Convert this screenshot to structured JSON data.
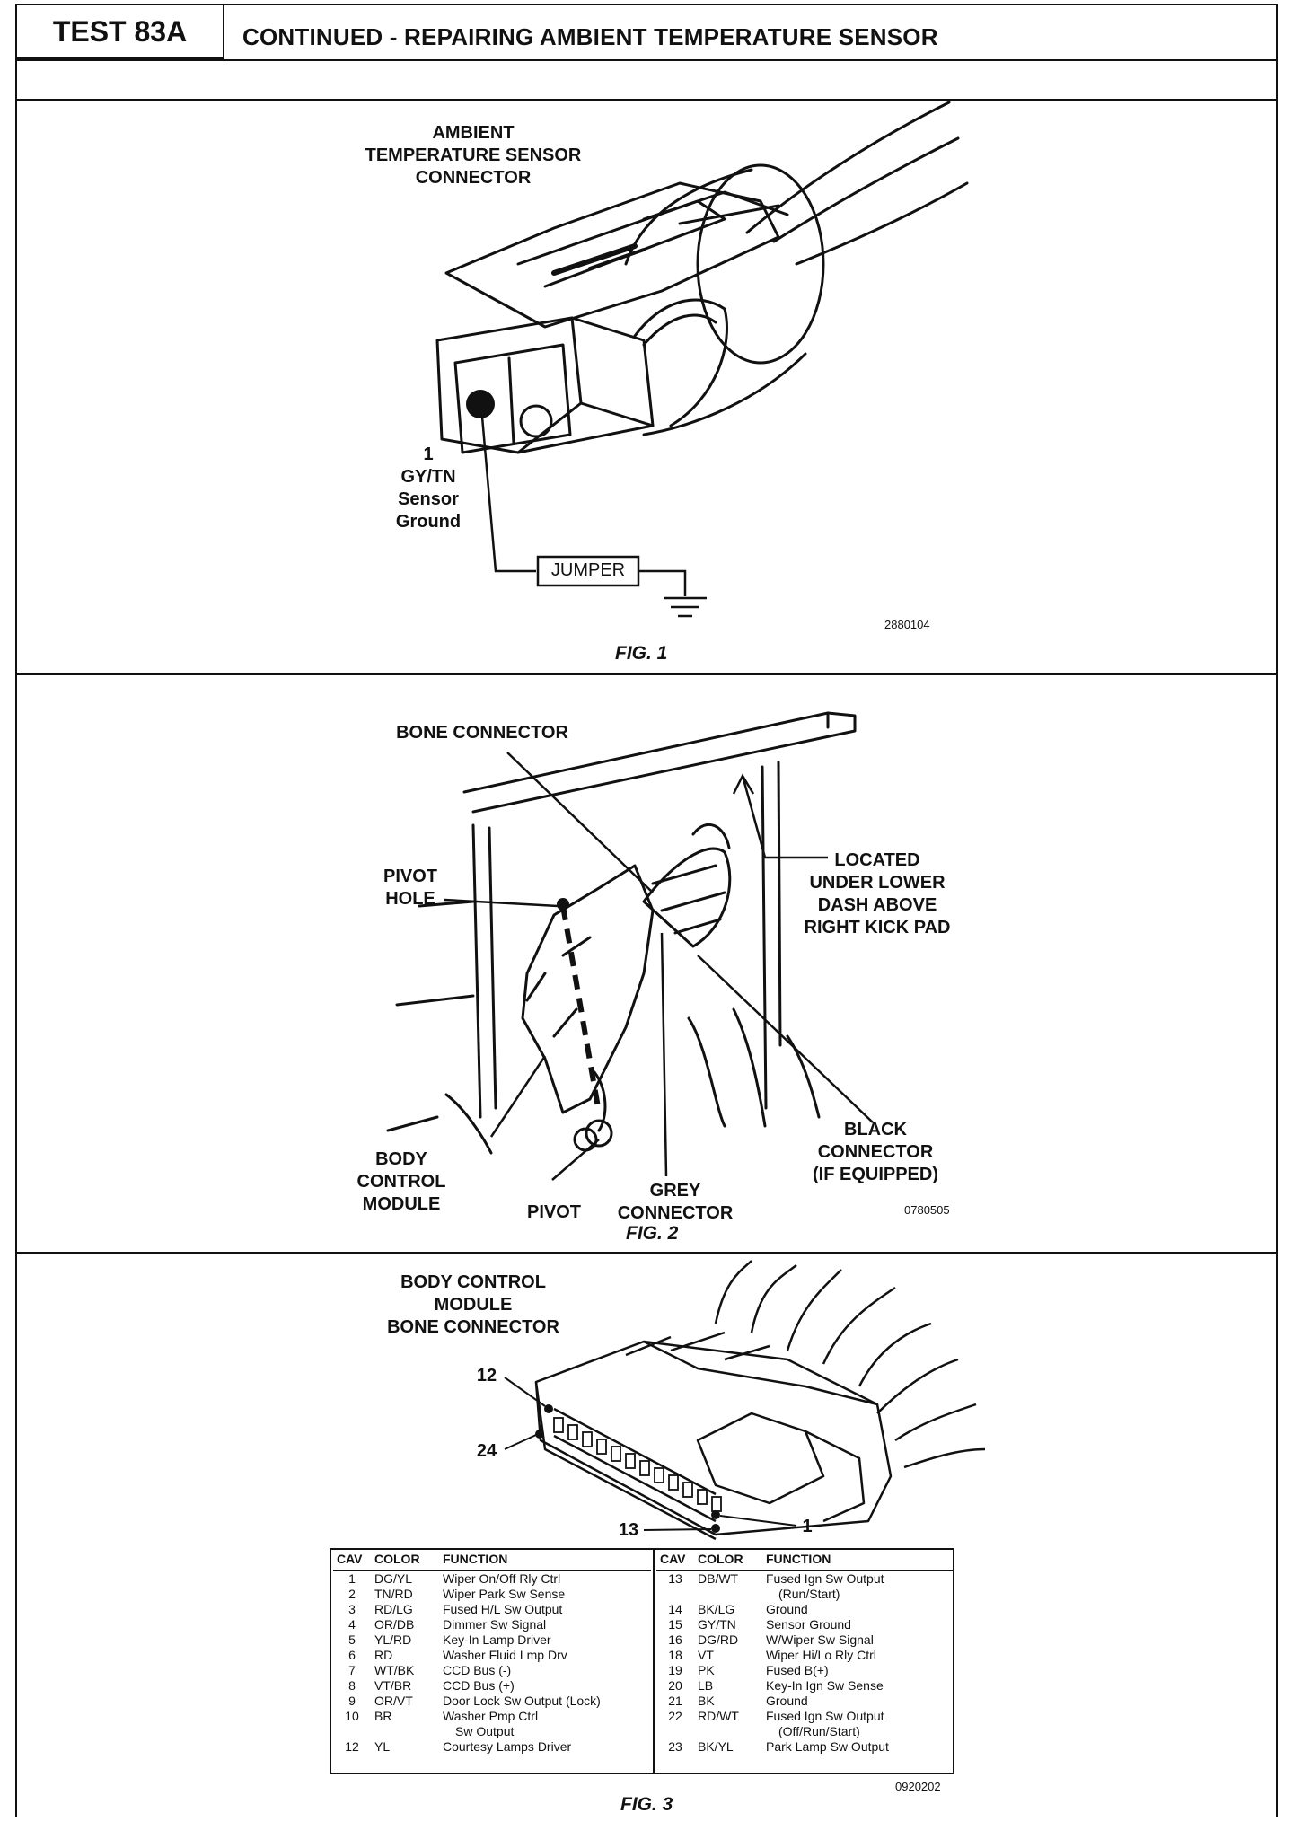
{
  "header": {
    "test_label": "TEST 83A",
    "title": "CONTINUED - REPAIRING AMBIENT TEMPERATURE SENSOR"
  },
  "fig1": {
    "connector_label": [
      "AMBIENT",
      "TEMPERATURE SENSOR",
      "CONNECTOR"
    ],
    "pin_label": [
      "1",
      "GY/TN",
      "Sensor",
      "Ground"
    ],
    "jumper_label": "JUMPER",
    "part_number": "2880104",
    "caption": "FIG. 1"
  },
  "fig2": {
    "bone_connector": "BONE CONNECTOR",
    "pivot_hole": [
      "PIVOT",
      "HOLE"
    ],
    "located": [
      "LOCATED",
      "UNDER LOWER",
      "DASH ABOVE",
      "RIGHT KICK PAD"
    ],
    "body_control_module": [
      "BODY",
      "CONTROL",
      "MODULE"
    ],
    "pivot": "PIVOT",
    "grey_connector": [
      "GREY",
      "CONNECTOR"
    ],
    "black_connector": [
      "BLACK",
      "CONNECTOR",
      "(IF EQUIPPED)"
    ],
    "part_number": "0780505",
    "caption": "FIG. 2"
  },
  "fig3": {
    "title": [
      "BODY CONTROL",
      "MODULE",
      "BONE CONNECTOR"
    ],
    "pin_12": "12",
    "pin_24": "24",
    "pin_13": "13",
    "pin_1": "1",
    "part_number": "0920202",
    "caption": "FIG. 3",
    "table_headers": [
      "CAV",
      "COLOR",
      "FUNCTION"
    ],
    "left_rows": [
      [
        "1",
        "DG/YL",
        "Wiper On/Off Rly Ctrl"
      ],
      [
        "2",
        "TN/RD",
        "Wiper Park Sw Sense"
      ],
      [
        "3",
        "RD/LG",
        "Fused H/L Sw Output"
      ],
      [
        "4",
        "OR/DB",
        "Dimmer Sw Signal"
      ],
      [
        "5",
        "YL/RD",
        "Key-In Lamp Driver"
      ],
      [
        "6",
        "RD",
        "Washer Fluid Lmp Drv"
      ],
      [
        "7",
        "WT/BK",
        "CCD Bus (-)"
      ],
      [
        "8",
        "VT/BR",
        "CCD Bus (+)"
      ],
      [
        "9",
        "OR/VT",
        "Door Lock Sw Output (Lock)"
      ],
      [
        "10",
        "BR",
        "Washer Pmp Ctrl"
      ],
      [
        "",
        "",
        "Sw Output"
      ],
      [
        "12",
        "YL",
        "Courtesy Lamps Driver"
      ]
    ],
    "right_rows": [
      [
        "13",
        "DB/WT",
        "Fused Ign Sw Output"
      ],
      [
        "",
        "",
        "(Run/Start)"
      ],
      [
        "14",
        "BK/LG",
        "Ground"
      ],
      [
        "15",
        "GY/TN",
        "Sensor Ground"
      ],
      [
        "16",
        "DG/RD",
        "W/Wiper Sw Signal"
      ],
      [
        "18",
        "VT",
        "Wiper Hi/Lo Rly Ctrl"
      ],
      [
        "19",
        "PK",
        "Fused B(+)"
      ],
      [
        "20",
        "LB",
        "Key-In Ign Sw Sense"
      ],
      [
        "21",
        "BK",
        "Ground"
      ],
      [
        "22",
        "RD/WT",
        "Fused Ign Sw Output"
      ],
      [
        "",
        "",
        "(Off/Run/Start)"
      ],
      [
        "23",
        "BK/YL",
        "Park Lamp Sw Output"
      ]
    ]
  }
}
